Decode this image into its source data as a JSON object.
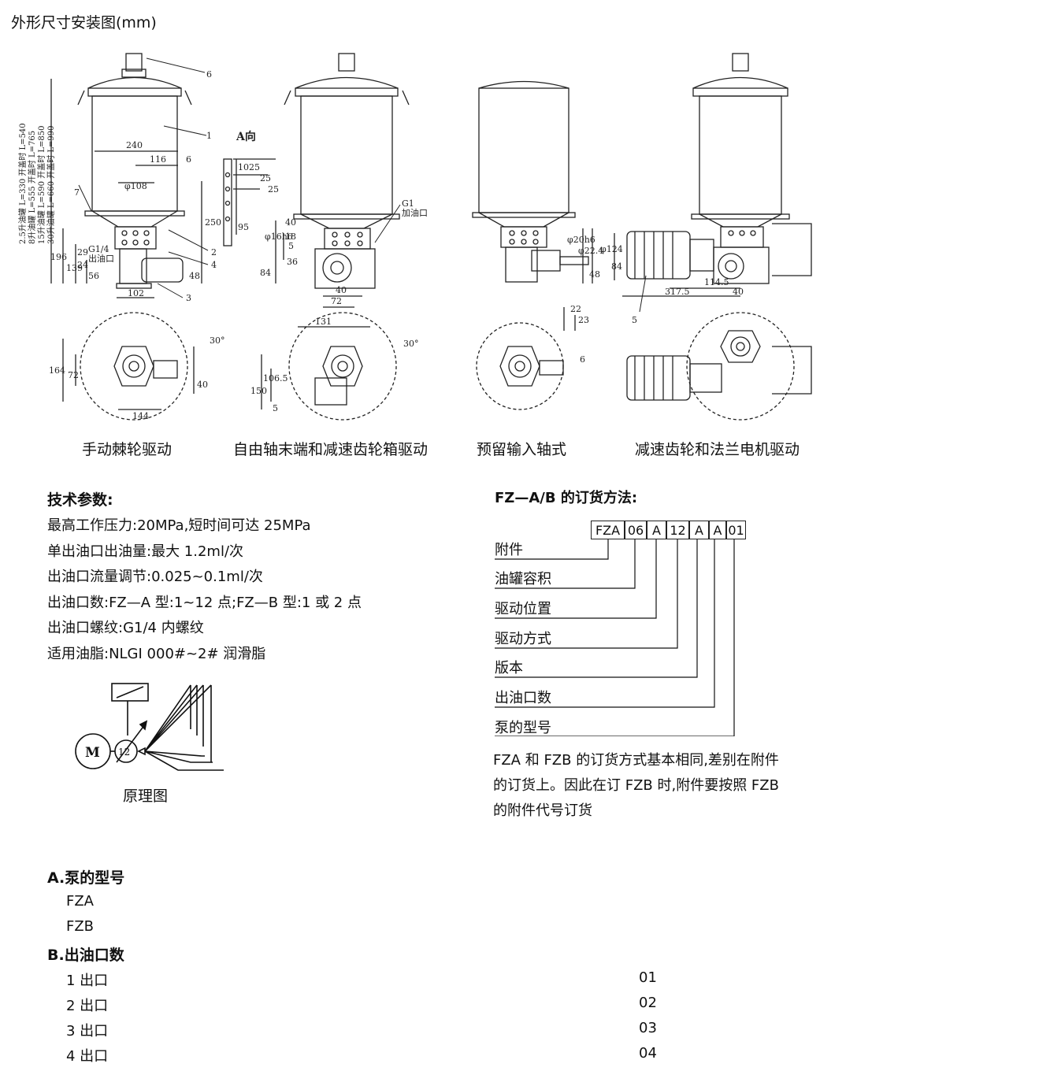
{
  "header": {
    "title": "外形尺寸安装图(mm)"
  },
  "drawings": {
    "view_a_label": "A向",
    "part_labels": [
      "1",
      "2",
      "3",
      "4",
      "5",
      "6",
      "7"
    ],
    "dims_left": [
      "240",
      "116",
      "6",
      "φ108",
      "102",
      "196",
      "139",
      "56",
      "29",
      "24",
      "250",
      "48"
    ],
    "dims_side": [
      "10",
      "25",
      "25",
      "25",
      "95"
    ],
    "dims_second": [
      "40",
      "18",
      "5",
      "40",
      "72",
      "φ16h6",
      "84",
      "36"
    ],
    "dims_third": [
      "φ20h6",
      "φ22.4",
      "48",
      "22",
      "23",
      "6"
    ],
    "dims_fourth": [
      "φ124",
      "84",
      "114.5",
      "317.5",
      "40"
    ],
    "dims_plan": [
      "164",
      "72",
      "144",
      "40",
      "30°",
      "131",
      "150",
      "106.5",
      "5",
      "30°"
    ],
    "inlet_label": "G1",
    "inlet_text": "加油口",
    "outlet_label": "G1/4",
    "outlet_text": "出油口",
    "vertical_notes": [
      "2.5升油罐 L=330 开盖时 L=540",
      "8升油罐 L=555 开盖时 L=765",
      "15升油罐 L=590 开盖时 L=850",
      "30升油罐 L=660 开盖时 L=990"
    ],
    "captions": [
      "手动棘轮驱动",
      "自由轴末端和减速齿轮箱驱动",
      "预留输入轴式",
      "减速齿轮和法兰电机驱动"
    ]
  },
  "tech": {
    "title": "技术参数:",
    "lines": [
      "最高工作压力:20MPa,短时间可达 25MPa",
      "单出油口出油量:最大 1.2ml/次",
      "出油口流量调节:0.025~0.1ml/次",
      "出油口数:FZ—A 型:1~12 点;FZ—B 型:1 或 2 点",
      "出油口螺纹:G1/4 内螺纹",
      "适用油脂:NLGI 000#~2# 润滑脂"
    ]
  },
  "schematic": {
    "label": "原理图",
    "motor": "M",
    "pump": "12"
  },
  "order": {
    "title": "FZ—A/B 的订货方法:",
    "codes": [
      "FZA",
      "06",
      "A",
      "12",
      "A",
      "A",
      "01"
    ],
    "labels": [
      "附件",
      "油罐容积",
      "驱动位置",
      "驱动方式",
      "版本",
      "出油口数",
      "泵的型号"
    ],
    "note": [
      "FZA 和 FZB 的订货方式基本相同,差别在附件",
      "的订货上。因此在订 FZB 时,附件要按照 FZB",
      "的附件代号订货"
    ]
  },
  "sections": {
    "a_title": "A.泵的型号",
    "a_items": [
      "FZA",
      "FZB"
    ],
    "b_title": "B.出油口数",
    "b_items": [
      {
        "label": "1 出口",
        "code": "01"
      },
      {
        "label": "2 出口",
        "code": "02"
      },
      {
        "label": "3 出口",
        "code": "03"
      },
      {
        "label": "4 出口",
        "code": "04"
      }
    ]
  }
}
